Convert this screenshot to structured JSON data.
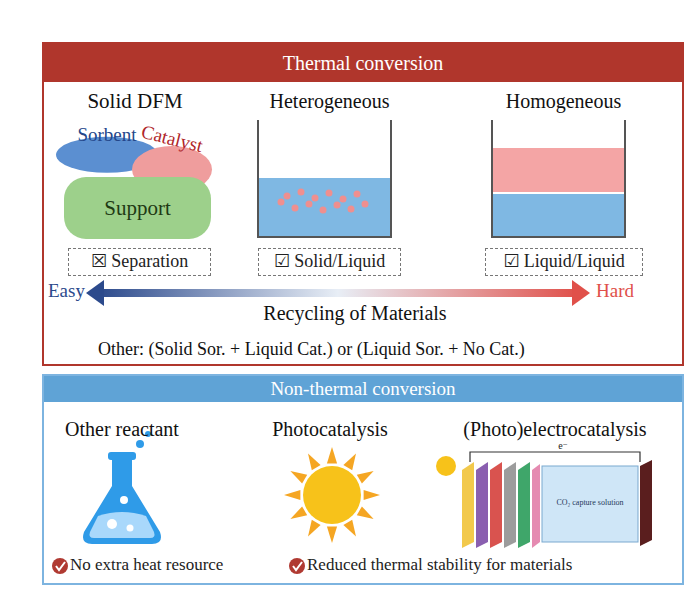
{
  "diagram": {
    "nodes": [
      {
        "text": [
          "Thermal conversion"
        ]
      },
      {
        "text": [
          "Sorbent"
        ],
        "in": 0
      },
      {
        "text": [
          "Catalyst"
        ],
        "in": 0
      },
      {
        "text": [
          "Support"
        ],
        "in": 0
      },
      {
        "text": [
          "☒ Separation"
        ],
        "in": 0
      },
      {
        "text": [
          "Heterogeneous"
        ],
        "in": 0
      },
      {
        "text": [
          "☑ Solid/Liquid"
        ],
        "in": 0
      },
      {
        "text": [
          "Homogeneous"
        ],
        "in": 0
      },
      {
        "text": [
          "☑ Liquid/Liquid"
        ],
        "in": 0
      },
      {
        "text": [
          "Non-thermal conversion"
        ]
      }
    ],
    "labels": [
      "Solid DFM",
      "Easy",
      "Hard",
      "Recycling of Materials",
      "Other: (Solid Sor. + Liquid Cat.) or (Liquid Sor. + No Cat.)",
      "Other reactant",
      "Photocatalysis",
      "(Photo)electrocatalysis",
      "e⁻",
      "CO₂ capture solution",
      "No extra heat resource",
      "Reduced thermal stability for materials"
    ]
  }
}
